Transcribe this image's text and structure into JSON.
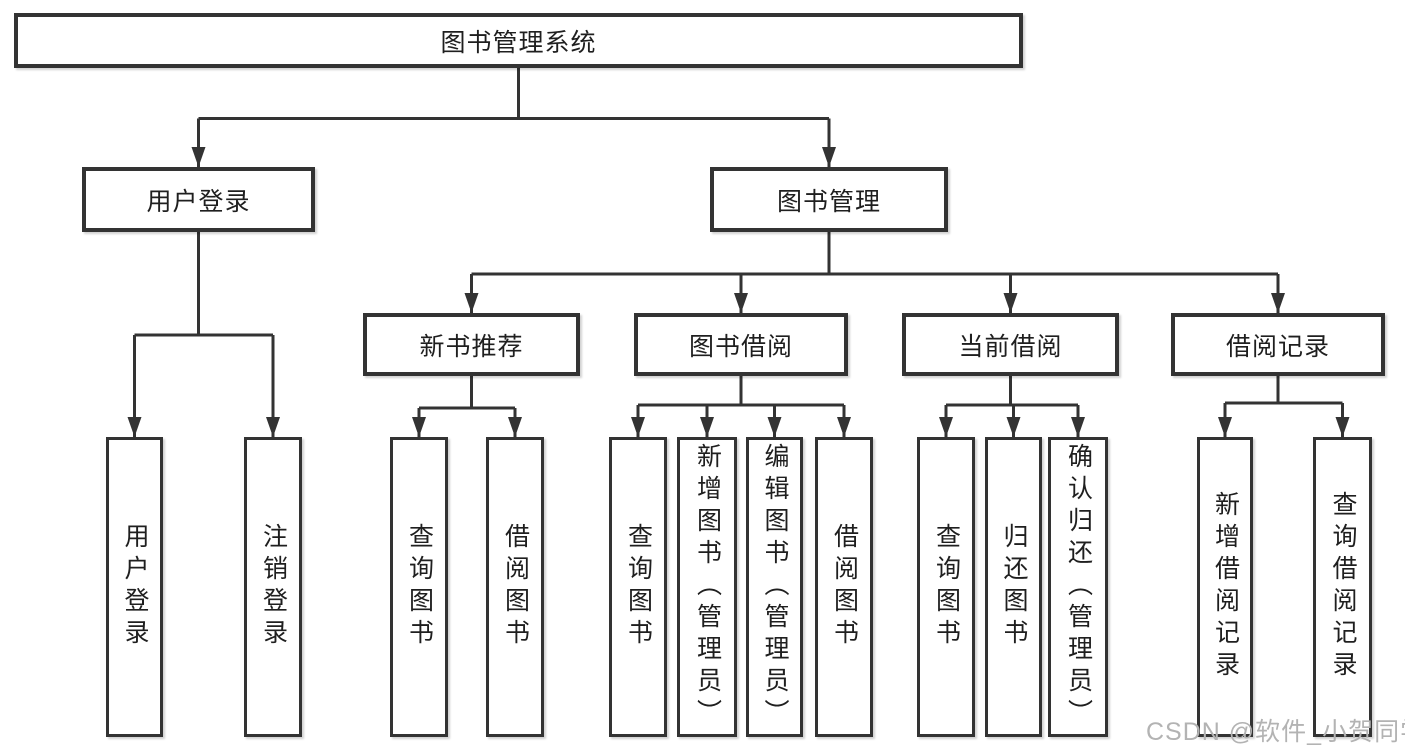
{
  "tree": {
    "root": {
      "label": "图书管理系统"
    },
    "branches": [
      {
        "label": "用户登录",
        "children": [
          {
            "label": "用户登录"
          },
          {
            "label": "注销登录"
          }
        ]
      },
      {
        "label": "图书管理",
        "children": [
          {
            "label": "新书推荐",
            "children": [
              {
                "label": "查询图书"
              },
              {
                "label": "借阅图书"
              }
            ]
          },
          {
            "label": "图书借阅",
            "children": [
              {
                "label": "查询图书"
              },
              {
                "label": "新增图书（管理员）"
              },
              {
                "label": "编辑图书（管理员）"
              },
              {
                "label": "借阅图书"
              }
            ]
          },
          {
            "label": "当前借阅",
            "children": [
              {
                "label": "查询图书"
              },
              {
                "label": "归还图书"
              },
              {
                "label": "确认归还（管理员）"
              }
            ]
          },
          {
            "label": "借阅记录",
            "children": [
              {
                "label": "新增借阅记录"
              },
              {
                "label": "查询借阅记录"
              }
            ]
          }
        ]
      }
    ]
  },
  "watermark": {
    "text": "CSDN @软件_小贺同学"
  },
  "colors": {
    "line": "#333333",
    "text": "#1f1f1f",
    "box_border": "#333333",
    "box_background": "#ffffff",
    "page_background": "#ffffff",
    "watermark": "#b3b3b3"
  }
}
